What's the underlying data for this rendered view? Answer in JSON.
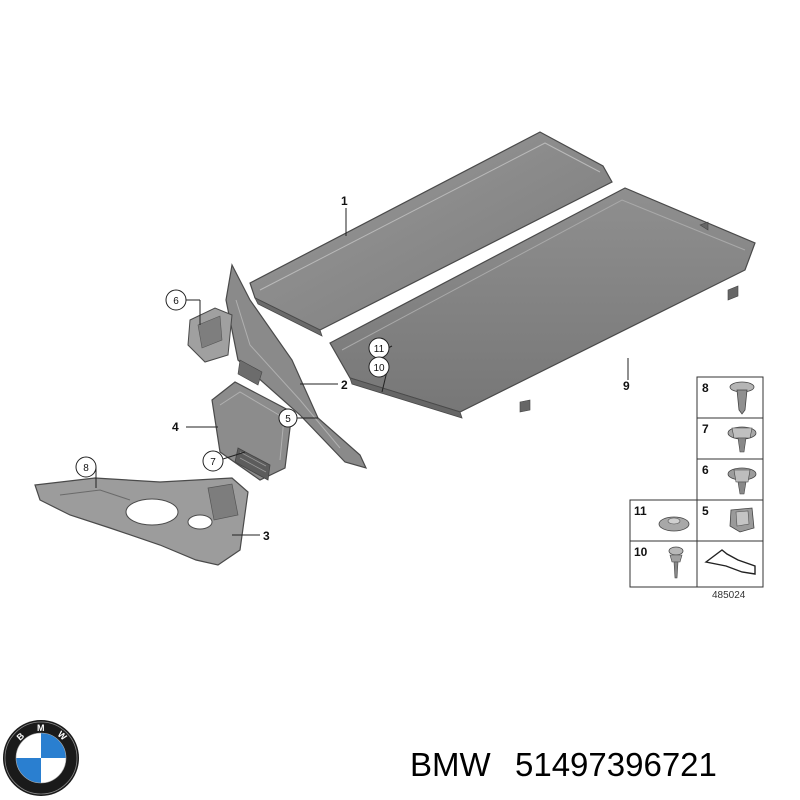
{
  "labels": {
    "p1": "1",
    "p2": "2",
    "p3": "3",
    "p4": "4",
    "p5": "5",
    "p6": "6",
    "p7": "7",
    "p8": "8",
    "p9": "9",
    "p10": "10",
    "p11": "11"
  },
  "parts_table": [
    {
      "num": "8"
    },
    {
      "num": "7"
    },
    {
      "num": "6"
    },
    {
      "num": "11"
    },
    {
      "num": "5"
    },
    {
      "num": "10"
    }
  ],
  "diagram_ref": "485024",
  "logo": {
    "letters": [
      "B",
      "M",
      "W"
    ],
    "colors": {
      "ring": "#1a1a1a",
      "blue": "#2a7fd0",
      "white": "#ffffff"
    }
  },
  "caption": {
    "brand": "BMW",
    "part_number": "51497396721"
  },
  "colors": {
    "part_fill": "#888888",
    "part_edge": "#4a4a4a",
    "part_light": "#a7a7a7"
  }
}
